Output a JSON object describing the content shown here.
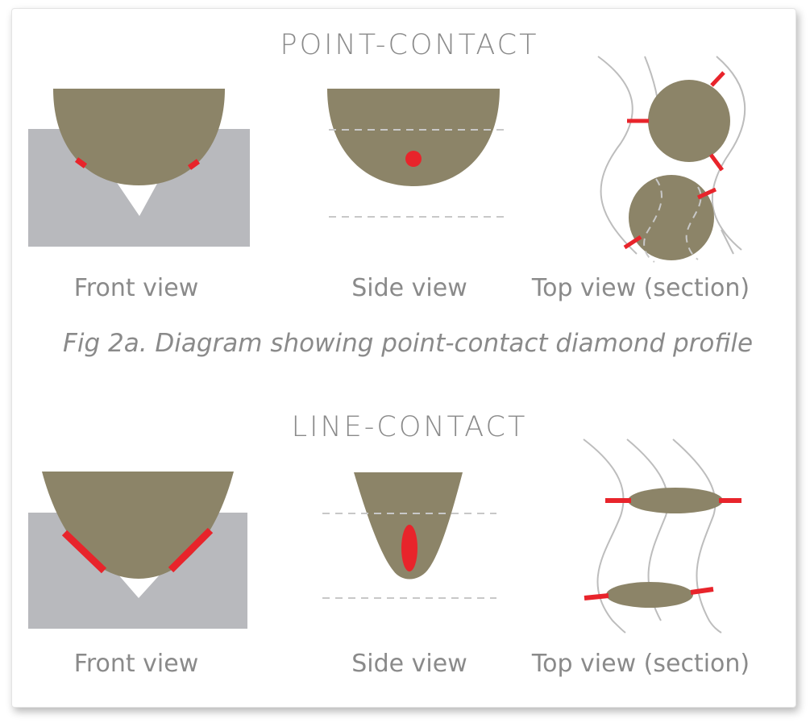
{
  "colors": {
    "diamond": "#8c8468",
    "groove": "#b8b9bd",
    "contact": "#e8242b",
    "wall": "#bdbdbd",
    "dash": "#c8c8c8",
    "text": "#8a8a8a"
  },
  "point_contact": {
    "heading": "POINT-CONTACT",
    "front_label": "Front view",
    "side_label": "Side view",
    "top_label": "Top view (section)",
    "caption": "Fig 2a. Diagram showing point-contact diamond profile"
  },
  "line_contact": {
    "heading": "LINE-CONTACT",
    "front_label": "Front view",
    "side_label": "Side view",
    "top_label": "Top view (section)"
  }
}
